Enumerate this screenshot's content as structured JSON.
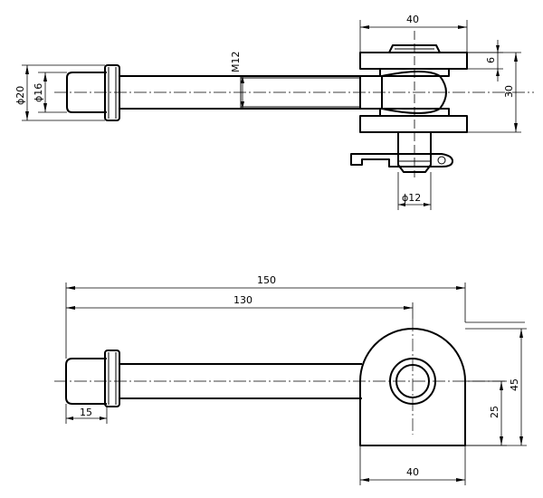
{
  "dimensions": {
    "top_width": "40",
    "top_thickness": "6",
    "top_height": "30",
    "dia_outer": "ϕ20",
    "dia_inner": "ϕ16",
    "thread": "M12",
    "pin_dia": "ϕ12",
    "total_length": "150",
    "length_130": "130",
    "length_15": "15",
    "height_25": "25",
    "height_45": "45",
    "bottom_width": "40"
  }
}
